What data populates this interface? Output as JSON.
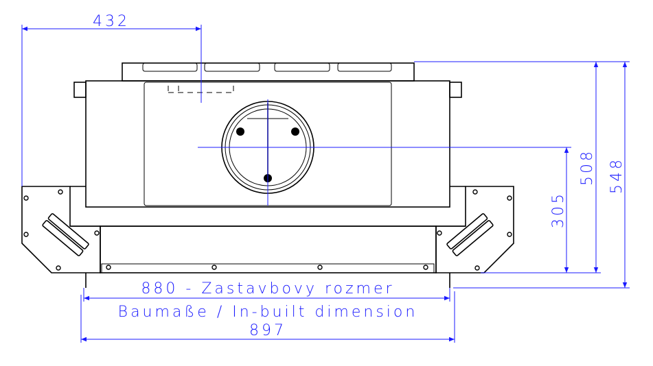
{
  "dimensions": {
    "top_width": "432",
    "height_center": "305",
    "height_total_inner": "508",
    "height_total": "548",
    "inbuilt_label": "880 - Zastavbovy rozmer",
    "inbuilt_label_2": "Baumaße / In-built dimension",
    "overall_width": "897"
  },
  "colors": {
    "dimension": "#1a1aff",
    "outline": "#000000"
  }
}
